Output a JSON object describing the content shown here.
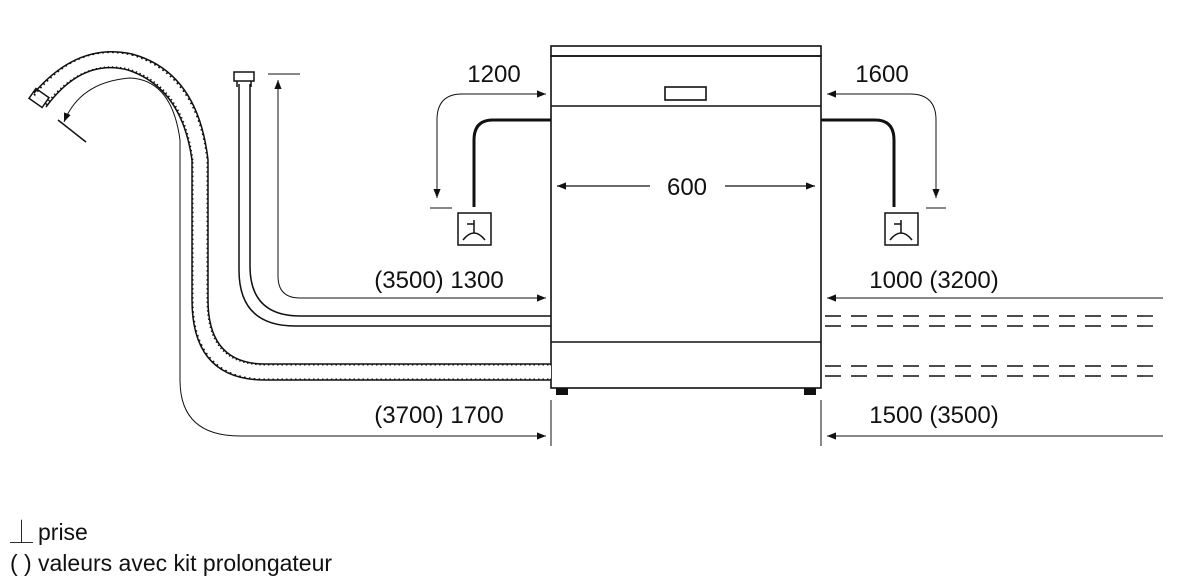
{
  "dimensions": {
    "left_top": "1200",
    "right_top": "1600",
    "width": "600",
    "left_middle": "(3500) 1300",
    "right_middle": "1000 (3200)",
    "left_bottom": "(3700) 1700",
    "right_bottom": "1500 (3500)"
  },
  "legend": {
    "socket_symbol": "⏊",
    "socket_label": "prise",
    "extension_symbol": "( )",
    "extension_label": "valeurs avec kit prolongateur"
  }
}
